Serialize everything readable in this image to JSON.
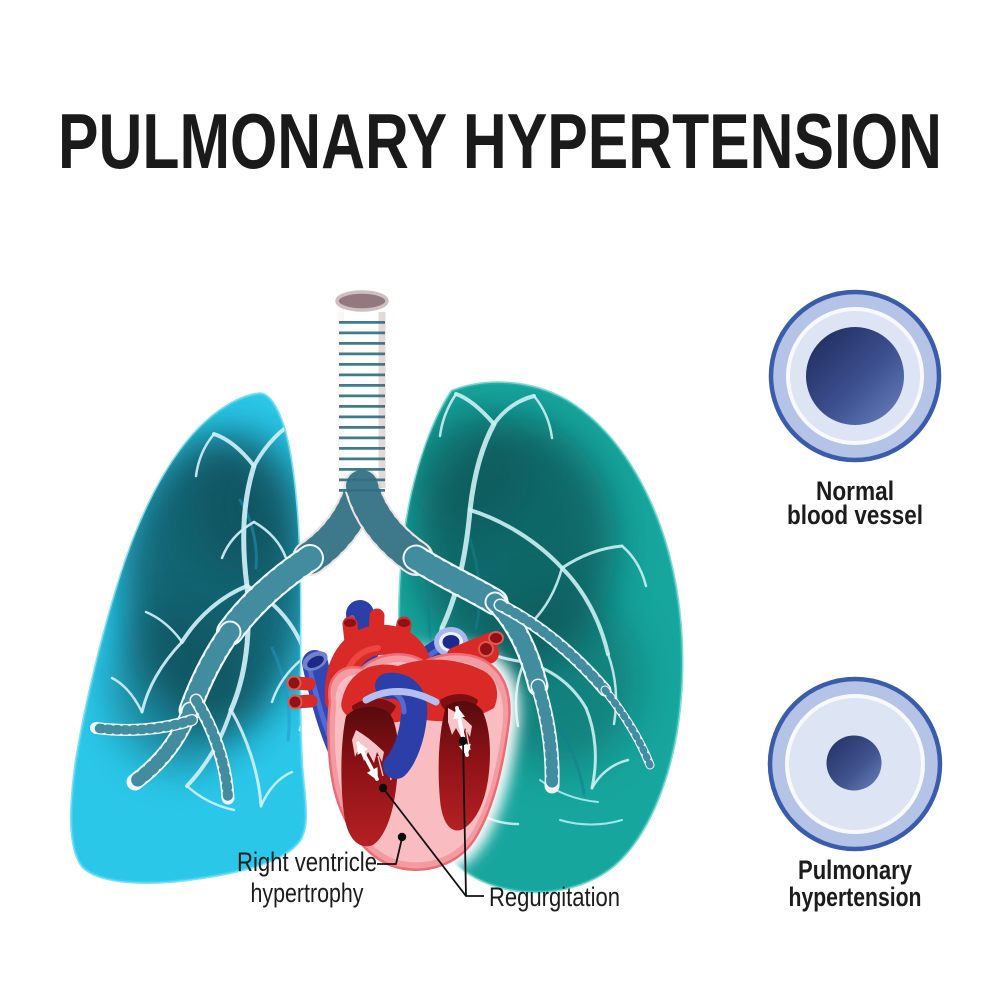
{
  "title": "PULMONARY HYPERTENSION",
  "heart_labels": {
    "right_ventricle_line1": "Right ventricle",
    "right_ventricle_line2": "hypertrophy",
    "regurgitation": "Regurgitation"
  },
  "vessel_diagrams": {
    "normal": {
      "label_line1": "Normal",
      "label_line2": "blood vessel"
    },
    "hypertension": {
      "label_line1": "Pulmonary",
      "label_line2": "hypertension"
    }
  },
  "colors": {
    "title_text": "#1a1a1a",
    "label_text": "#1c1c1c",
    "lung_left": "#2bc7e9",
    "lung_right": "#17a69d",
    "bronchi_ring": "#2e7082",
    "heart_red": "#d92a28",
    "heart_wall_pink": "#f49aa1",
    "heart_wall_inner": "#f8bcc1",
    "vessel_blue": "#2c3ea8",
    "vessel_wall_ring": "#b5c3e6",
    "vessel_border": "#3a5dab",
    "vessel_inner_wall": "#dde4f4",
    "lumen_dark": "#1e2b5e"
  }
}
